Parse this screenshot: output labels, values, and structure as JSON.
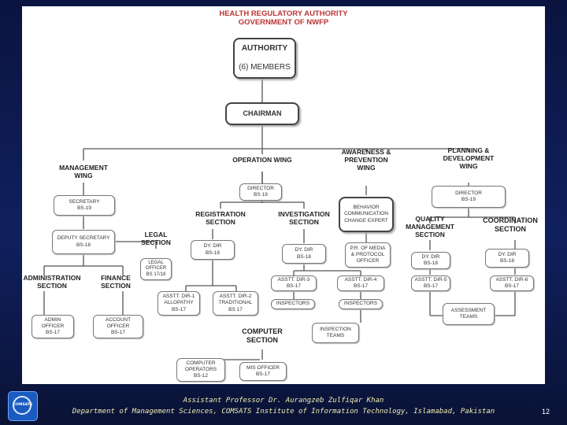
{
  "title": {
    "line1": "HEALTH REGULATORY AUTHORITY",
    "line2": "GOVERNMENT OF NWFP"
  },
  "authority": {
    "line1": "AUTHORITY",
    "line2": "(6) MEMBERS"
  },
  "chairman": "CHAIRMAN",
  "wings": {
    "management": {
      "line1": "MANAGEMENT",
      "line2": "WING"
    },
    "operation": "OPERATION WING",
    "awareness": {
      "line1": "AWARENESS &",
      "line2": "PREVENTION",
      "line3": "WING"
    },
    "planning": {
      "line1": "PLANNING &",
      "line2": "DEVELOPMENT",
      "line3": "WING"
    }
  },
  "management": {
    "secretary": {
      "line1": "SECRETARY",
      "line2": "BS-19"
    },
    "deputy_secretary": {
      "line1": "DEPUTY SECRETARY",
      "line2": "BS-18"
    },
    "legal_section": {
      "line1": "LEGAL",
      "line2": "SECTION"
    },
    "legal_officer": {
      "line1": "LEGAL",
      "line2": "OFFICER",
      "line3": "BS 17/18"
    },
    "administration_section": {
      "line1": "ADMINISTRATION",
      "line2": "SECTION"
    },
    "finance_section": {
      "line1": "FINANCE",
      "line2": "SECTION"
    },
    "admin_officer": {
      "line1": "ADMIN",
      "line2": "OFFICER",
      "line3": "BS-17"
    },
    "account_officer": {
      "line1": "ACCOUNT",
      "line2": "OFFICER",
      "line3": "BS-17"
    }
  },
  "operation": {
    "director": {
      "line1": "DIRECTOR",
      "line2": "BS 19"
    },
    "registration_section": {
      "line1": "REGISTRATION",
      "line2": "SECTION"
    },
    "investigation_section": {
      "line1": "INVESTIGATION",
      "line2": "SECTION"
    },
    "dy_dir_reg": {
      "line1": "DY. DIR",
      "line2": "BS-18"
    },
    "dy_dir_inv": {
      "line1": "DY. DIR",
      "line2": "BS-18"
    },
    "asst_dir_allopathy": {
      "line1": "ASSTT. DIR-1",
      "line2": "ALLOPATHY",
      "line3": "BS-17"
    },
    "asst_dir_traditional": {
      "line1": "ASSTT. DIR-2",
      "line2": "TRADITIONAL",
      "line3": "BS 17"
    },
    "asst_dir_3": {
      "line1": "ASSTT. DIR-3",
      "line2": "BS-17"
    },
    "asst_dir_4": {
      "line1": "ASSTT. DIR-4",
      "line2": "BS-17"
    },
    "inspectors_1": "INSPECTORS",
    "inspectors_2": "INSPECTORS",
    "inspection_teams": {
      "line1": "INSPECTION",
      "line2": "TEAMS"
    },
    "computer_section": {
      "line1": "COMPUTER",
      "line2": "SECTION"
    },
    "computer_operators": {
      "line1": "COMPUTER",
      "line2": "OPERATORS",
      "line3": "BS-12"
    },
    "mis_officer": {
      "line1": "MIS OFFICER",
      "line2": "BS-17"
    }
  },
  "awareness": {
    "behavior_expert": {
      "line1": "BEHAVIOR",
      "line2": "COMMUNICATION",
      "line3": "CHANGE EXPERT"
    },
    "pr_officer": {
      "line1": "P.R. OF MEDIA",
      "line2": "& PROTOCOL",
      "line3": "OFFICER"
    }
  },
  "planning": {
    "director": {
      "line1": "DIRECTOR",
      "line2": "BS-19"
    },
    "quality_section": {
      "line1": "QUALITY",
      "line2": "MANAGEMENT",
      "line3": "SECTION"
    },
    "coordination_section": {
      "line1": "COORDINATION",
      "line2": "SECTION"
    },
    "dy_dir_quality": {
      "line1": "DY. DIR",
      "line2": "BS-18"
    },
    "dy_dir_coord": {
      "line1": "DY. DIR",
      "line2": "BS-18"
    },
    "asst_dir_5": {
      "line1": "ASSTT. DIR-5",
      "line2": "BS-17"
    },
    "asst_dir_6": {
      "line1": "ASSTT. DIR-6",
      "line2": "BS-17"
    },
    "assessment_teams": {
      "line1": "ASSESSMENT",
      "line2": "TEAMS"
    }
  },
  "footer": {
    "line1": "Assistant Professor Dr. Aurangzeb Zulfiqar Khan",
    "line2": "Department of Management Sciences, COMSATS Institute of Information Technology, Islamabad, Pakistan"
  },
  "page_number": "12",
  "logo_text": "COMSATS",
  "colors": {
    "background": "#0b1440",
    "title": "#bb3333",
    "footer_text": "#f2efb0"
  }
}
